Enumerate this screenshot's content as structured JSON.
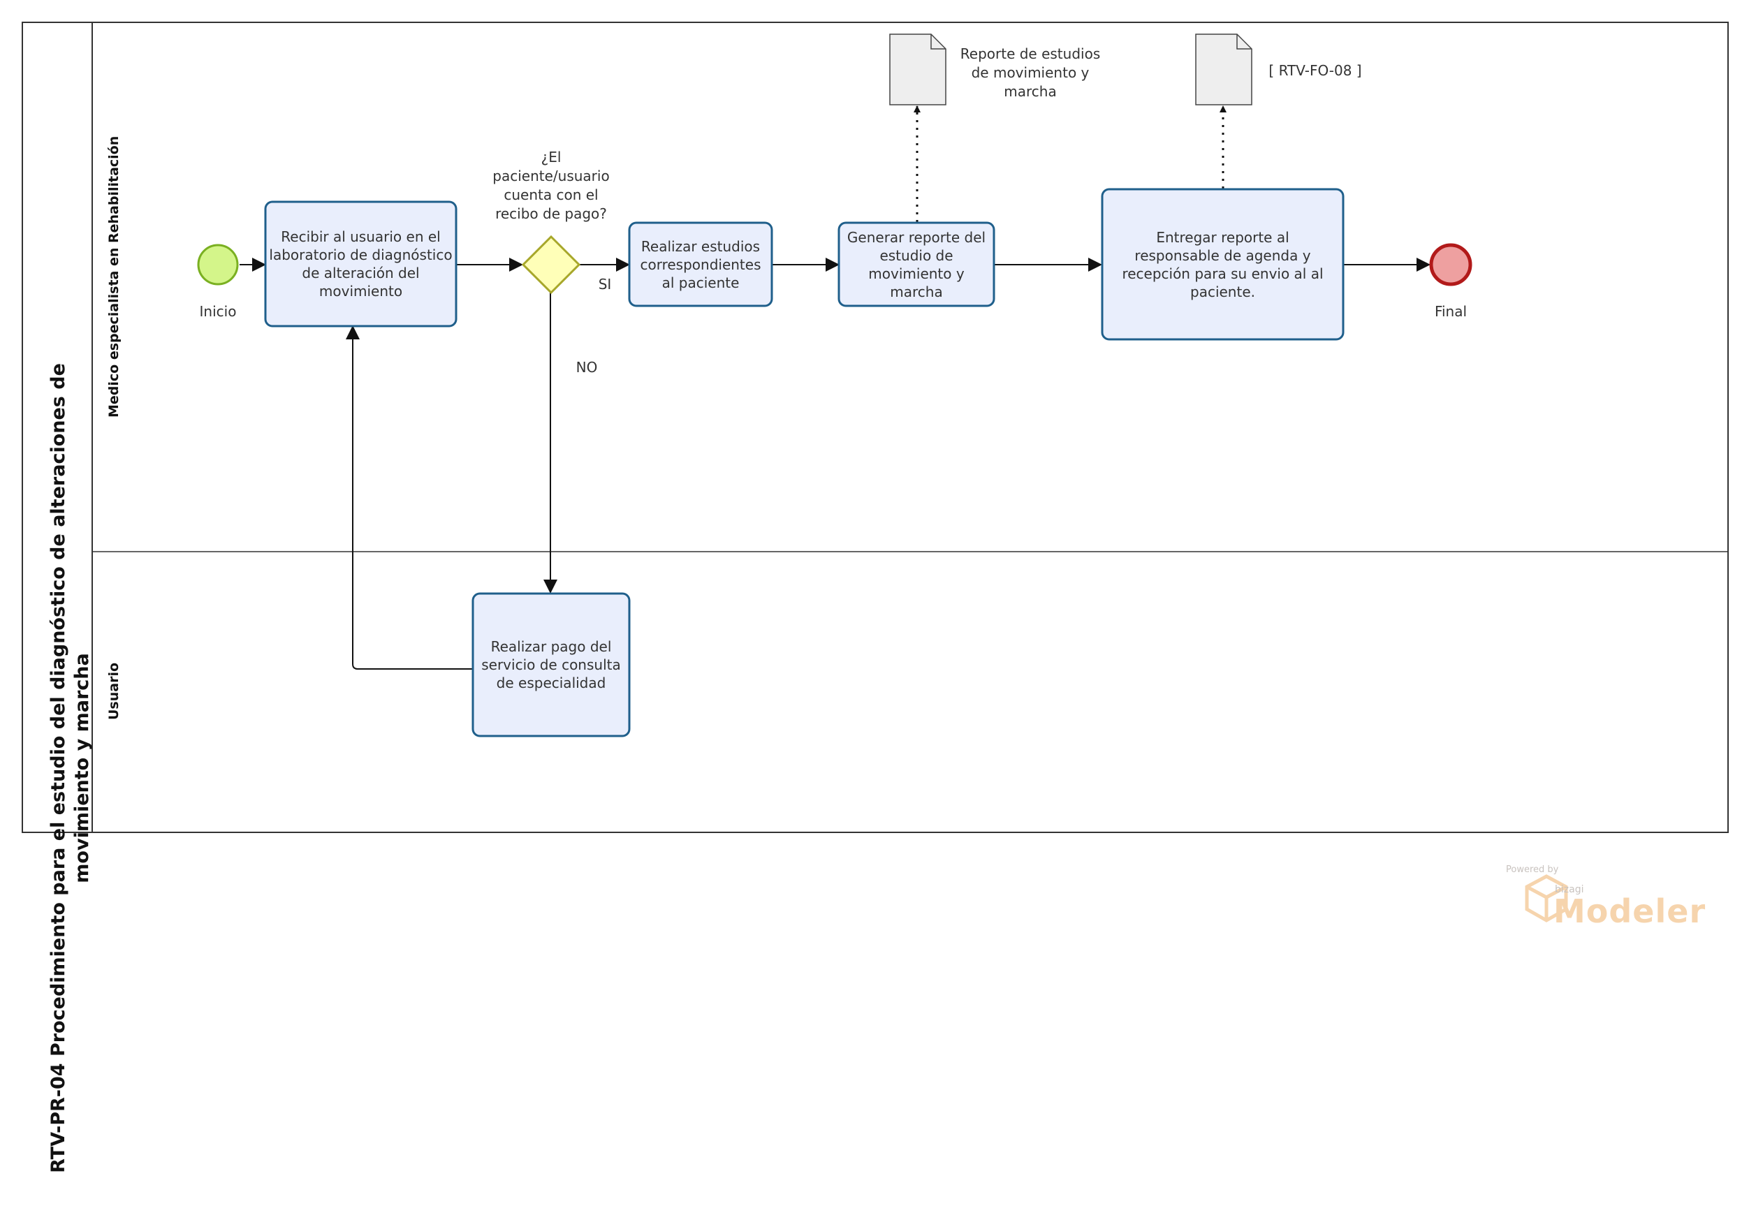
{
  "pool": {
    "title": "RTV-PR-04 Procedimiento para el estudio del diagnóstico de alteraciones de movimiento y marcha"
  },
  "lanes": [
    {
      "label": "Medico especialista en Rehabilitación"
    },
    {
      "label": "Usuario"
    }
  ],
  "events": {
    "start": {
      "label": "Inicio",
      "color": "#d4f58a"
    },
    "end": {
      "label": "Final",
      "color": "#eea0a0"
    }
  },
  "tasks": {
    "recibir": "Recibir al usuario en el laboratorio de diagnóstico de alteración del movimiento",
    "realizar_estudios": "Realizar estudios correspondientes al paciente",
    "generar_reporte": "Generar reporte del estudio de movimiento y marcha",
    "entregar_reporte": "Entregar reporte al responsable de agenda y recepción para su envio al  al paciente.",
    "realizar_pago": "Realizar pago del servicio de consulta de especialidad"
  },
  "gateway": {
    "question": "¿El paciente/usuario cuenta con el recibo de pago?",
    "yes_label": "SI",
    "no_label": "NO"
  },
  "artifacts": {
    "doc_reporte": "Reporte de estudios de movimiento y marcha",
    "doc_formato": "[ RTV-FO-08 ]"
  },
  "colors": {
    "task_fill": "#e9eefc",
    "task_stroke": "#1f5f8b",
    "gateway_fill": "#ffffb8",
    "gateway_stroke": "#a7a72a",
    "end_stroke": "#b21a1a",
    "start_stroke": "#7ab021"
  },
  "watermark": {
    "powered": "Powered by",
    "brand": "bizagi",
    "product": "Modeler"
  }
}
